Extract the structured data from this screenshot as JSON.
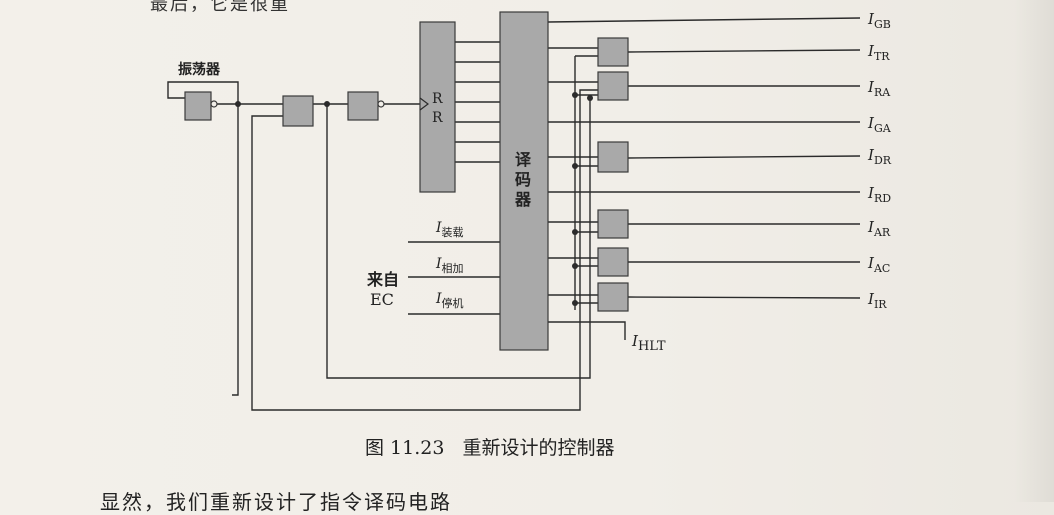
{
  "top_text": "最后，它是很重",
  "bottom_text": "显然，我们重新设计了指令译码电路",
  "caption": "图 11.23   重新设计的控制器",
  "diagram": {
    "oscillator_label": "振荡器",
    "ring_counter_label": "R R",
    "decoder_label": "译码器",
    "from_ec_label": "来自",
    "from_ec_label2": "EC",
    "inputs": [
      {
        "main": "I",
        "sub": "装载"
      },
      {
        "main": "I",
        "sub": "相加"
      },
      {
        "main": "I",
        "sub": "停机"
      }
    ],
    "hlt": {
      "main": "I",
      "sub": "HLT"
    },
    "outputs": [
      {
        "main": "I",
        "sub": "GB"
      },
      {
        "main": "I",
        "sub": "TR"
      },
      {
        "main": "I",
        "sub": "RA"
      },
      {
        "main": "I",
        "sub": "GA"
      },
      {
        "main": "I",
        "sub": "DR"
      },
      {
        "main": "I",
        "sub": "RD"
      },
      {
        "main": "I",
        "sub": "AR"
      },
      {
        "main": "I",
        "sub": "AC"
      },
      {
        "main": "I",
        "sub": "IR"
      }
    ],
    "colors": {
      "line": "#2b2b2b",
      "block_fill": "#a9a9a9",
      "block_stroke": "#3a3a3a"
    }
  }
}
